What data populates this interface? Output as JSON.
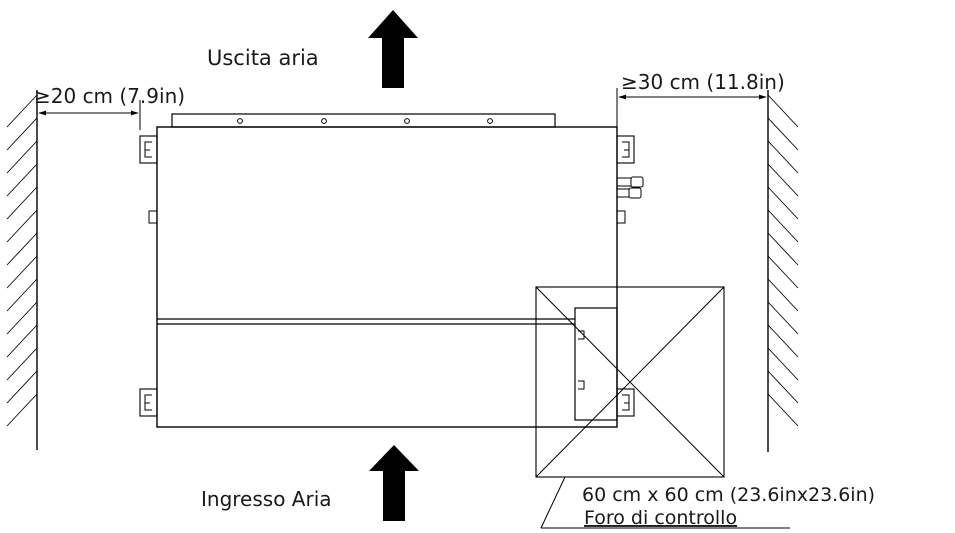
{
  "diagram": {
    "labels": {
      "air_outlet": "Uscita aria",
      "air_inlet": "Ingresso Aria",
      "left_clearance": "≥20 cm (7.9in)",
      "right_clearance": "≥30 cm (11.8in)",
      "hatch_size": "60 cm x 60 cm (23.6inx23.6in)",
      "hatch_name": "Foro di controllo"
    }
  }
}
